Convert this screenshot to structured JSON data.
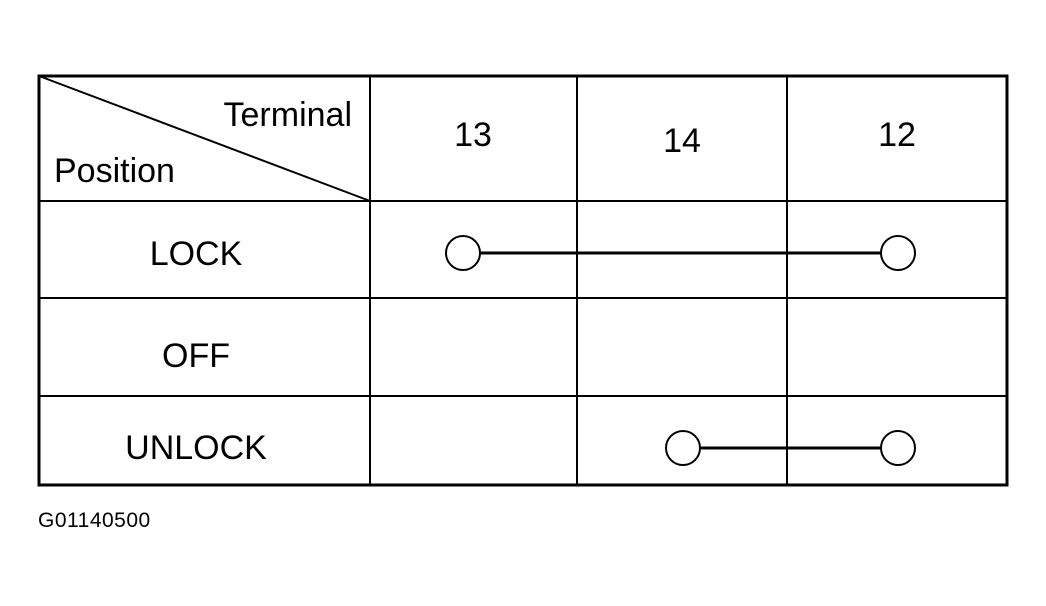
{
  "table": {
    "corner_header": {
      "column_label": "Terminal",
      "row_label": "Position"
    },
    "terminals": [
      "13",
      "14",
      "12"
    ],
    "positions": [
      {
        "label": "LOCK",
        "continuity": [
          "13",
          "12"
        ]
      },
      {
        "label": "OFF",
        "continuity": []
      },
      {
        "label": "UNLOCK",
        "continuity": [
          "14",
          "12"
        ]
      }
    ]
  },
  "figure_code": "G01140500",
  "colors": {
    "line": "#000000",
    "background": "#ffffff"
  }
}
